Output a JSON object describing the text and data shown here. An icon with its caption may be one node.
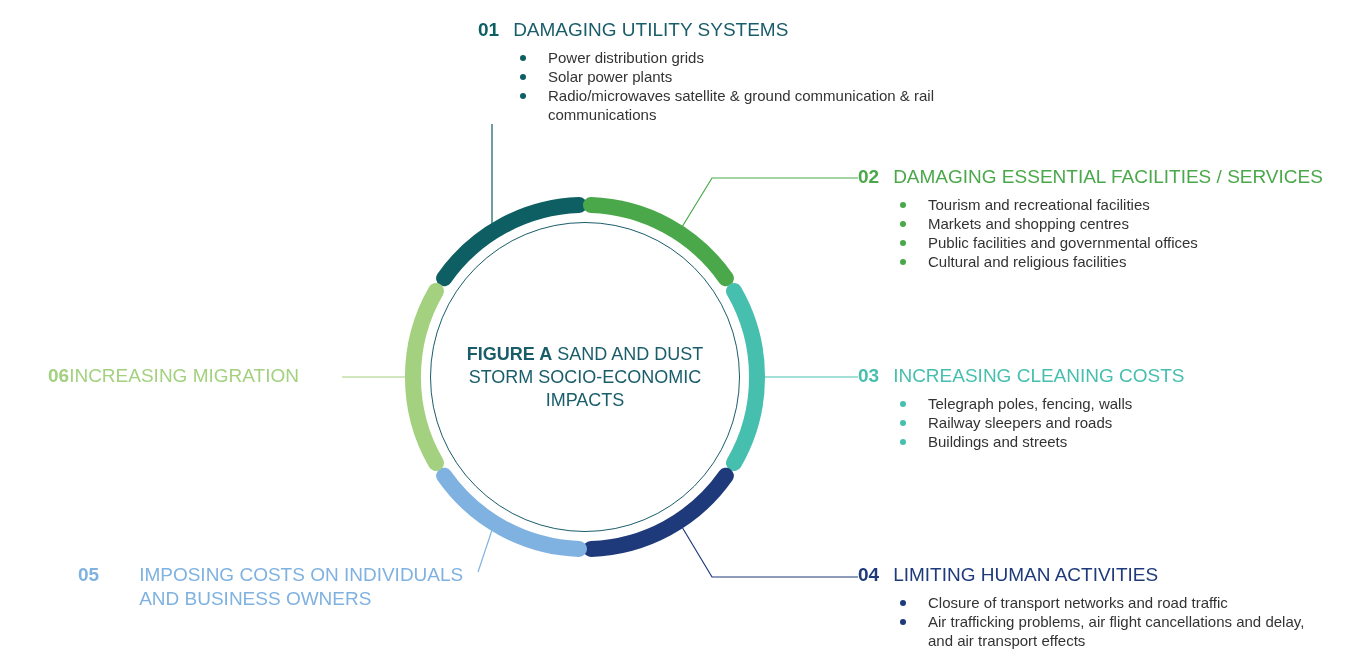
{
  "diagram": {
    "nodes": [
      {
        "text": [
          "**FIGURE A** SAND AND DUST STORM SOCIO-ECONOMIC IMPACTS"
        ]
      },
      {
        "text": [
          "01",
          "DAMAGING UTILITY SYSTEMS",
          "Power distribution grids",
          "Solar power plants",
          "Radio/microwaves satellite & ground communication & rail communications"
        ]
      },
      {
        "text": [
          "02",
          "DAMAGING ESSENTIAL FACILITIES / SERVICES",
          "Tourism and recreational facilities",
          "Markets and shopping centres",
          "Public facilities and governmental offices",
          "Cultural and religious facilities"
        ]
      },
      {
        "text": [
          "03",
          "INCREASING CLEANING COSTS",
          "Telegraph poles, fencing, walls",
          "Railway sleepers and roads",
          "Buildings and streets"
        ]
      },
      {
        "text": [
          "04",
          "LIMITING HUMAN ACTIVITIES",
          "Closure of transport networks and road traffic",
          "Air trafficking problems, air flight cancellations and delay, and air transport effects"
        ]
      },
      {
        "text": [
          "05",
          "IMPOSING COSTS ON INDIVIDUALS AND BUSINESS OWNERS"
        ]
      },
      {
        "text": [
          "06",
          "INCREASING MIGRATION"
        ]
      },
      {
        "text": [],
        "shape": "arc"
      },
      {
        "text": [],
        "shape": "arc"
      },
      {
        "text": [],
        "shape": "arc"
      },
      {
        "text": [],
        "shape": "arc"
      },
      {
        "text": [],
        "shape": "arc"
      },
      {
        "text": [],
        "shape": "arc"
      }
    ],
    "edges": [
      {
        "from": 1,
        "to": 7,
        "arrow": "none",
        "color": "#0e5f63"
      },
      {
        "from": 2,
        "to": 8,
        "arrow": "none",
        "color": "#4aa84a"
      },
      {
        "from": 3,
        "to": 9,
        "arrow": "none",
        "color": "#47bfae"
      },
      {
        "from": 4,
        "to": 10,
        "arrow": "none",
        "color": "#1f3a7a"
      },
      {
        "from": 5,
        "to": 11,
        "arrow": "none",
        "color": "#7fb2e0"
      },
      {
        "from": 6,
        "to": 12,
        "arrow": "none",
        "color": "#a3d17f"
      }
    ]
  }
}
